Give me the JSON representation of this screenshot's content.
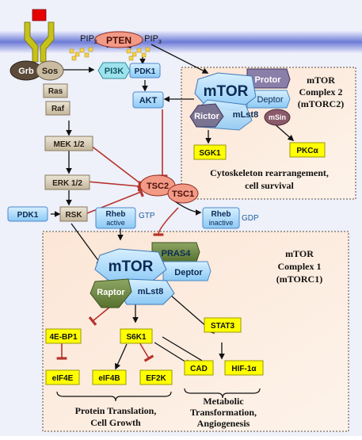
{
  "membrane": {
    "receptor_ligand": "",
    "pip2": "PIP",
    "pip2_sub": "2",
    "pip3": "PIP",
    "pip3_sub": "3",
    "pten": "PTEN"
  },
  "upstream": {
    "grb": "Grb",
    "sos": "Sos",
    "pi3k": "PI3K",
    "pdk1_top": "PDK1",
    "akt": "AKT",
    "ras": "Ras",
    "raf": "Raf",
    "mek": "MEK 1/2",
    "erk": "ERK 1/2",
    "pdk1_left": "PDK1",
    "rsk": "RSK"
  },
  "tsc": {
    "tsc2": "TSC2",
    "tsc1": "TSC1",
    "rheb_active": "Rheb",
    "rheb_active_sub": "active",
    "gtp": "GTP",
    "rheb_inactive": "Rheb",
    "rheb_inactive_sub": "inactive",
    "gdp": "GDP"
  },
  "mtorc2": {
    "title_line1": "mTOR",
    "title_line2": "Complex 2",
    "title_line3": "(mTORC2)",
    "mtor": "mTOR",
    "protor": "Protor",
    "deptor": "Deptor",
    "rictor": "Rictor",
    "mlst8": "mLst8",
    "msin": "mSin",
    "sgk1": "SGK1",
    "pkca": "PKCα",
    "outcome_line1": "Cytoskeleton rearrangement,",
    "outcome_line2": "cell survival"
  },
  "mtorc1": {
    "title_line1": "mTOR",
    "title_line2": "Complex 1",
    "title_line3": "(mTORC1)",
    "mtor": "mTOR",
    "pras40": "PRAS4",
    "deptor": "Deptor",
    "raptor": "Raptor",
    "mlst8": "mLst8",
    "ebp1": "4E-BP1",
    "s6k1": "S6K1",
    "stat3": "STAT3",
    "eif4e": "eIF4E",
    "eif4b": "eIF4B",
    "ef2k": "EF2K",
    "cad": "CAD",
    "hif": "HIF-1α",
    "outcome_left_line1": "Protein Translation,",
    "outcome_left_line2": "Cell Growth",
    "outcome_right_line1": "Metabolic",
    "outcome_right_line2": "Transformation,",
    "outcome_right_line3": "Angiogenesis"
  },
  "colors": {
    "membrane": "#6f7fd8",
    "blue_box": "#a9d8fb",
    "blue_border": "#4c89c9",
    "tan_box": "#d7cdbb",
    "tan_border": "#8a7a5f",
    "yellow_box": "#ffff00",
    "red_pill": "#f29a86",
    "olive": "#6d8a3f",
    "inhibit": "#b6332c"
  }
}
